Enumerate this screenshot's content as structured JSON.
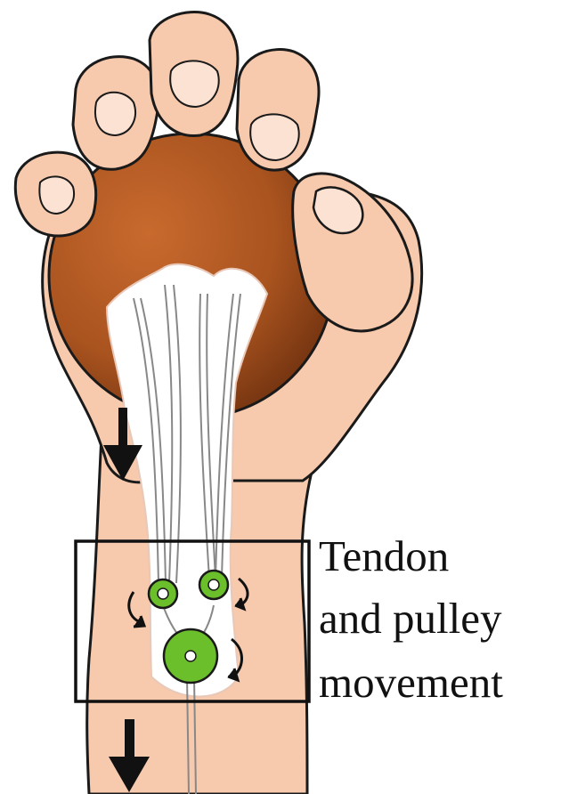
{
  "diagram": {
    "label_lines": [
      "Tendon",
      "and pulley",
      "movement"
    ]
  },
  "colors": {
    "skin": "#f7c9ad",
    "skin_shadow": "#e9ad8e",
    "ball": "#a9531f",
    "ball_dark": "#7d3a14",
    "pulley_green": "#6bbf2a",
    "outline": "#1a1a1a",
    "tendon": "#ffffff"
  }
}
